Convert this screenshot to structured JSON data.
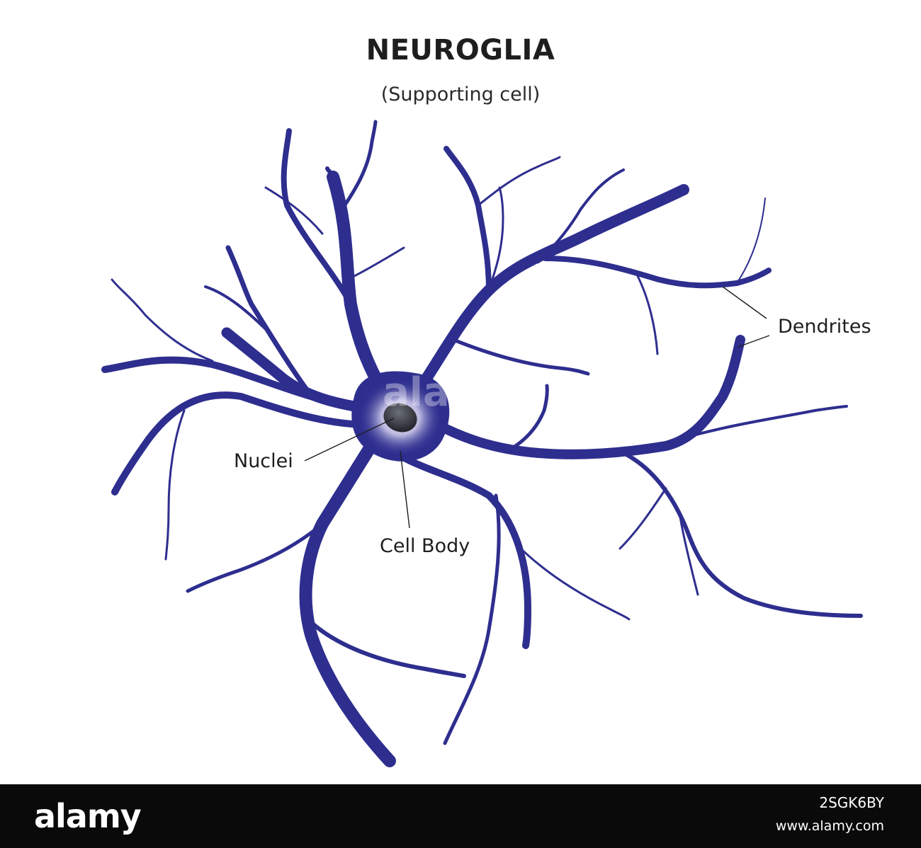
{
  "title": "NEUROGLIA",
  "subtitle": "(Supporting cell)",
  "labels": {
    "dendrites": "Dendrites",
    "nuclei": "Nuclei",
    "cell_body": "Cell Body"
  },
  "colors": {
    "cell": "#2e2e8f",
    "nucleus": "#3a3d45",
    "label_text": "#1e1e1e",
    "background": "#ffffff",
    "footer": "#0a0a0a"
  },
  "watermark": {
    "brand": "alamy",
    "image_id": "2SGK6BY",
    "url": "www.alamy.com"
  }
}
